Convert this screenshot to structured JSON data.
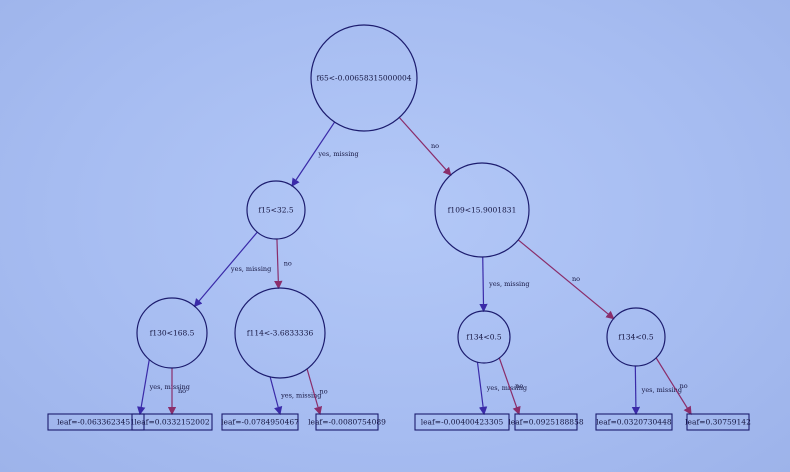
{
  "colors": {
    "background": "#a9bff3",
    "node_stroke": "#1c1c6e",
    "yes_edge": "#3a2aa8",
    "no_edge": "#8a2d6a",
    "text": "#151540"
  },
  "tree": {
    "nodes": [
      {
        "id": "n0",
        "type": "split",
        "label": "f65<-0.00658315000004"
      },
      {
        "id": "n1",
        "type": "split",
        "label": "f15<32.5"
      },
      {
        "id": "n2",
        "type": "split",
        "label": "f109<15.9001831"
      },
      {
        "id": "n3",
        "type": "split",
        "label": "f130<168.5"
      },
      {
        "id": "n4",
        "type": "split",
        "label": "f114<-3.6833336"
      },
      {
        "id": "n5",
        "type": "split",
        "label": "f134<0.5"
      },
      {
        "id": "n6",
        "type": "split",
        "label": "f134<0.5"
      },
      {
        "id": "l0",
        "type": "leaf",
        "label": "leaf=-0.0633623451"
      },
      {
        "id": "l1",
        "type": "leaf",
        "label": "leaf=0.0332152002"
      },
      {
        "id": "l2",
        "type": "leaf",
        "label": "leaf=-0.0784950467"
      },
      {
        "id": "l3",
        "type": "leaf",
        "label": "leaf=-0.0080754089"
      },
      {
        "id": "l4",
        "type": "leaf",
        "label": "leaf=-0.00400423305"
      },
      {
        "id": "l5",
        "type": "leaf",
        "label": "leaf=0.0925188858"
      },
      {
        "id": "l6",
        "type": "leaf",
        "label": "leaf=0.0320730448"
      },
      {
        "id": "l7",
        "type": "leaf",
        "label": "leaf=0.30759142"
      }
    ],
    "edges": [
      {
        "from": "n0",
        "to": "n1",
        "kind": "yes",
        "label": "yes, missing"
      },
      {
        "from": "n0",
        "to": "n2",
        "kind": "no",
        "label": "no"
      },
      {
        "from": "n1",
        "to": "n3",
        "kind": "yes",
        "label": "yes, missing"
      },
      {
        "from": "n1",
        "to": "n4",
        "kind": "no",
        "label": "no"
      },
      {
        "from": "n2",
        "to": "n5",
        "kind": "yes",
        "label": "yes, missing"
      },
      {
        "from": "n2",
        "to": "n6",
        "kind": "no",
        "label": "no"
      },
      {
        "from": "n3",
        "to": "l0",
        "kind": "yes",
        "label": "yes, missing"
      },
      {
        "from": "n3",
        "to": "l1",
        "kind": "no",
        "label": "no"
      },
      {
        "from": "n4",
        "to": "l2",
        "kind": "yes",
        "label": "yes, missing"
      },
      {
        "from": "n4",
        "to": "l3",
        "kind": "no",
        "label": "no"
      },
      {
        "from": "n5",
        "to": "l4",
        "kind": "yes",
        "label": "yes, missing"
      },
      {
        "from": "n5",
        "to": "l5",
        "kind": "no",
        "label": "no"
      },
      {
        "from": "n6",
        "to": "l6",
        "kind": "yes",
        "label": "yes, missing"
      },
      {
        "from": "n6",
        "to": "l7",
        "kind": "no",
        "label": "no"
      }
    ]
  }
}
